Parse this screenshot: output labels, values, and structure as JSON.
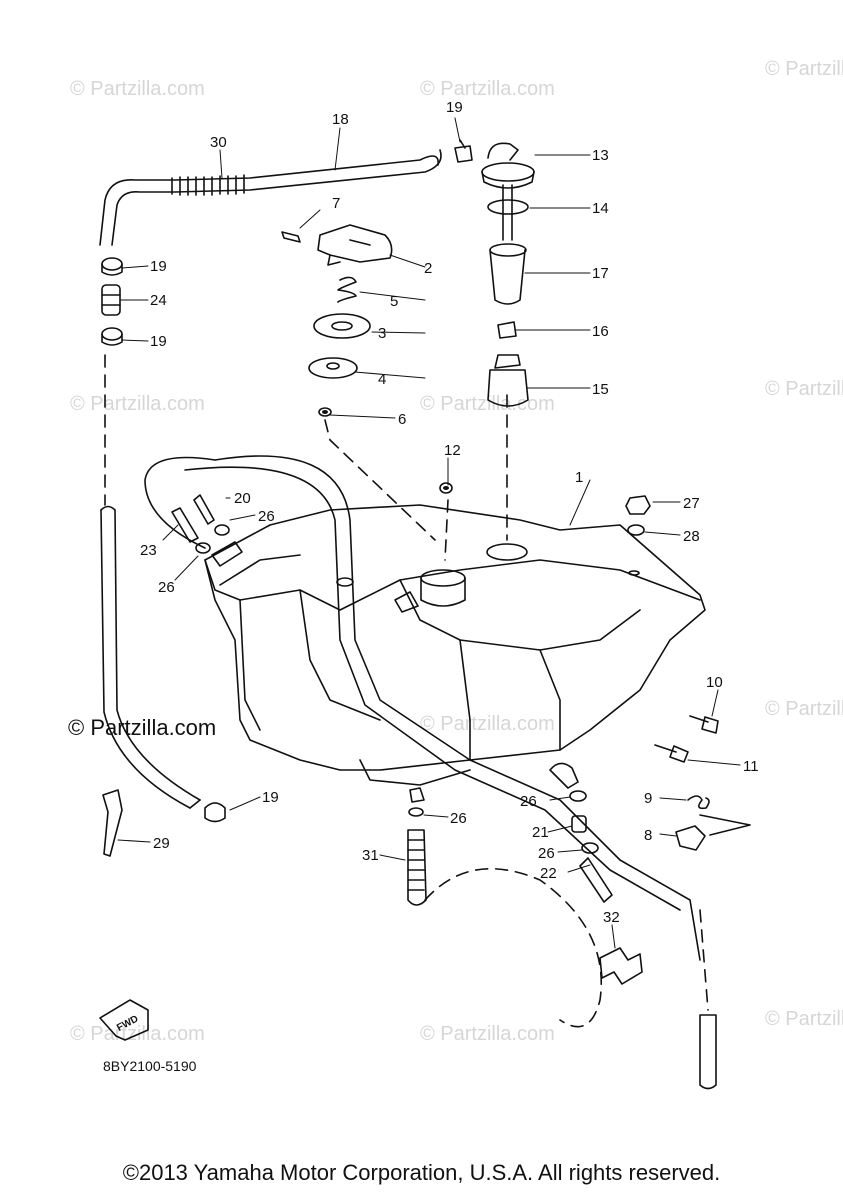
{
  "diagram": {
    "callouts": {
      "c1": "1",
      "c2": "2",
      "c3": "3",
      "c4": "4",
      "c5": "5",
      "c6": "6",
      "c7": "7",
      "c8": "8",
      "c9": "9",
      "c10": "10",
      "c11": "11",
      "c12": "12",
      "c13": "13",
      "c14": "14",
      "c15": "15",
      "c16": "16",
      "c17": "17",
      "c18": "18",
      "c19a": "19",
      "c19b": "19",
      "c19c": "19",
      "c19d": "19",
      "c20": "20",
      "c21": "21",
      "c22": "22",
      "c23": "23",
      "c24": "24",
      "c26a": "26",
      "c26b": "26",
      "c26c": "26",
      "c26d": "26",
      "c26e": "26",
      "c27": "27",
      "c28": "28",
      "c29": "29",
      "c30": "30",
      "c31": "31",
      "c32": "32"
    },
    "fwd_label": "FWD",
    "drawing_code": "8BY2100-5190",
    "watermark": "© Partzilla.com"
  },
  "footer": {
    "copyright": "©2013 Yamaha Motor Corporation, U.S.A. All rights reserved."
  },
  "colors": {
    "line": "#111111",
    "watermark": "#d6d6d6",
    "background": "#ffffff"
  }
}
